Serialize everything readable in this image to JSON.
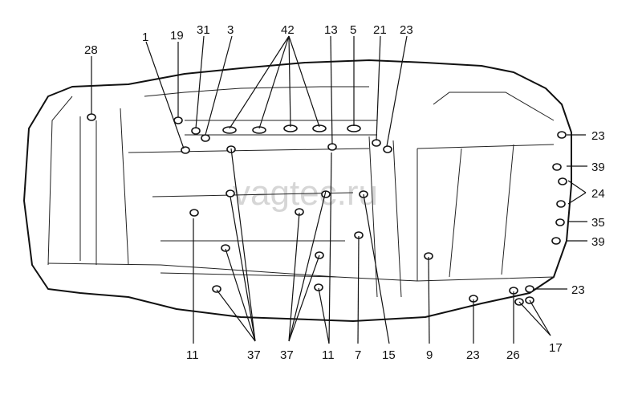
{
  "watermark": "vagtec.ru",
  "labels_top": [
    "28",
    "1",
    "19",
    "31",
    "3",
    "42",
    "13",
    "5",
    "21",
    "23"
  ],
  "labels_right": [
    "23",
    "39",
    "24",
    "35",
    "39",
    "23"
  ],
  "labels_bottom": [
    "11",
    "37",
    "37",
    "11",
    "7",
    "15",
    "9",
    "23",
    "26",
    "17"
  ]
}
